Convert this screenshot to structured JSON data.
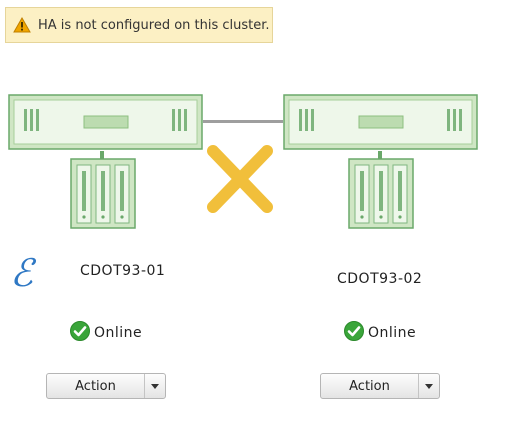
{
  "banner": {
    "message": "HA is not configured on this cluster.",
    "icon": "warning-icon",
    "icon_color": "#f0a500"
  },
  "brand": {
    "glyph": "ℰ",
    "icon": "epsilon-icon",
    "color": "#2f78c4"
  },
  "ha_link": {
    "icon": "x-mark-icon",
    "color": "#f1bf3b"
  },
  "nodes": [
    {
      "name": "CDOT93-01",
      "status": "Online",
      "status_icon": "check-circle-icon",
      "status_color": "#3aa53a",
      "action_label": "Action"
    },
    {
      "name": "CDOT93-02",
      "status": "Online",
      "status_icon": "check-circle-icon",
      "status_color": "#3aa53a",
      "action_label": "Action"
    }
  ],
  "colors": {
    "hardware_fill": "#e3f1dc",
    "hardware_stroke": "#6aa86a",
    "hardware_slot": "#7fb57f"
  }
}
